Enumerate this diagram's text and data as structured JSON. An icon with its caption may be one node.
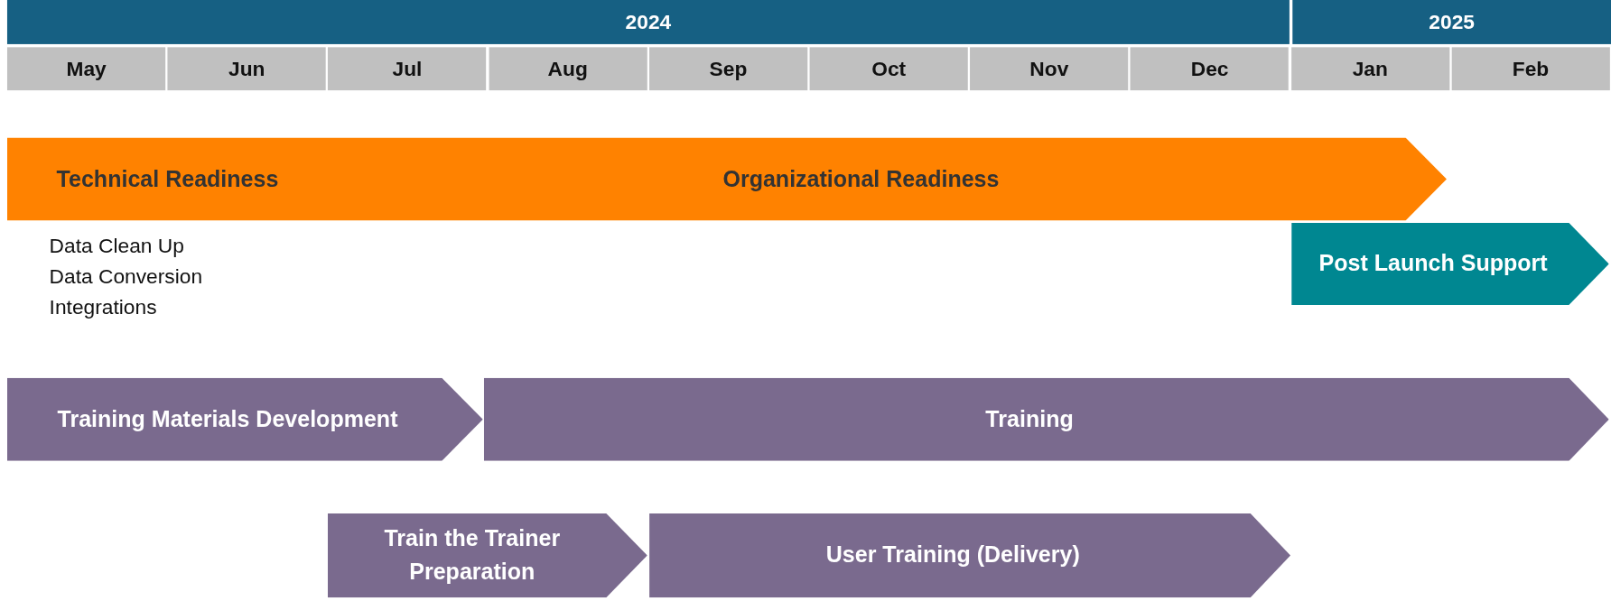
{
  "diagram": {
    "nodes": [
      {
        "text": [
          "2024"
        ]
      },
      {
        "text": [
          "2025"
        ]
      },
      {
        "text": [
          "May"
        ]
      },
      {
        "text": [
          "Jun"
        ]
      },
      {
        "text": [
          "Jul"
        ]
      },
      {
        "text": [
          "Aug"
        ]
      },
      {
        "text": [
          "Sep"
        ]
      },
      {
        "text": [
          "Oct"
        ]
      },
      {
        "text": [
          "Nov"
        ]
      },
      {
        "text": [
          "Dec"
        ]
      },
      {
        "text": [
          "Jan"
        ]
      },
      {
        "text": [
          "Feb"
        ]
      },
      {
        "text": [
          "Technical Readiness",
          "Organizational Readiness"
        ],
        "beside": [
          "Data Clean Up",
          "Data Conversion",
          "Integrations"
        ]
      },
      {
        "text": [
          "Post Launch Support"
        ]
      },
      {
        "text": [
          "Training Materials Development"
        ]
      },
      {
        "text": [
          "Training"
        ]
      },
      {
        "text": [
          "Train the Trainer Preparation"
        ]
      },
      {
        "text": [
          "User Training (Delivery)"
        ]
      }
    ]
  }
}
